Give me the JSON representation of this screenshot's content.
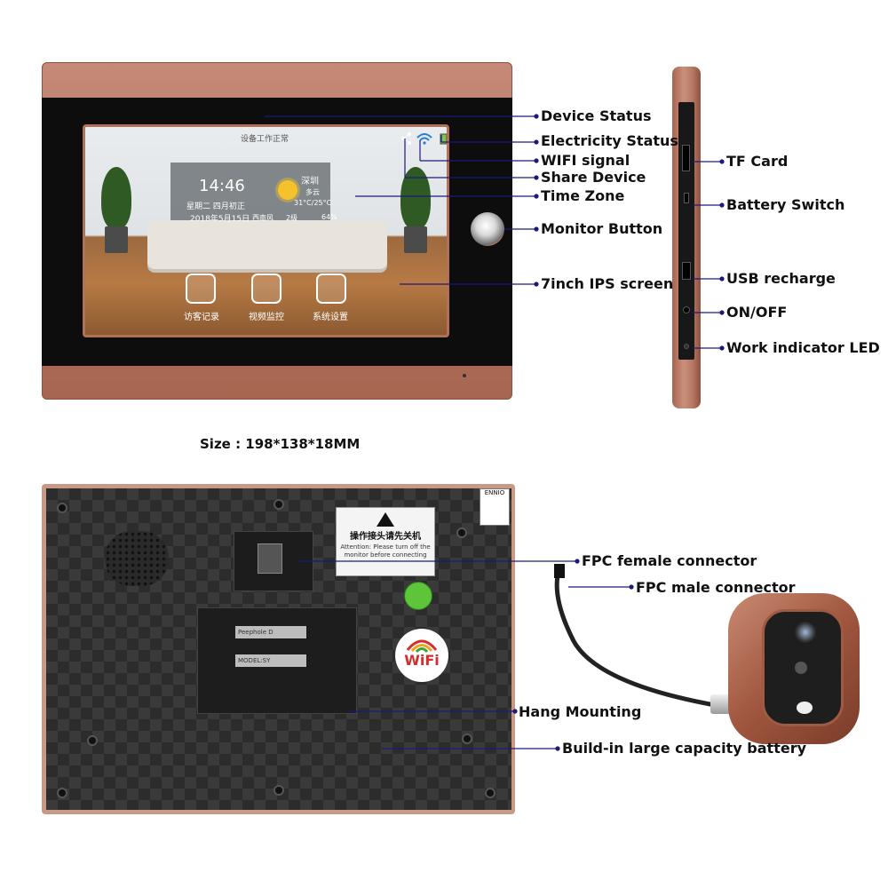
{
  "front_labels": {
    "device_status": "Device Status",
    "electricity_status": "Electricity Status",
    "wifi_signal": "WIFI signal",
    "share_device": "Share Device",
    "time_zone": "Time Zone",
    "monitor_button": "Monitor Button",
    "ips_screen": "7inch IPS screen"
  },
  "side_labels": {
    "tf_card": "TF Card",
    "battery_switch": "Battery Switch",
    "usb_recharge": "USB recharge",
    "on_off": "ON/OFF",
    "work_led": "Work indicator LED"
  },
  "size_caption": "Size : 198*138*18MM",
  "screen": {
    "status_text": "设备工作正常",
    "time": "14:46",
    "date_line1": "星期二  四月初正",
    "date_line2": "2018年5月15日",
    "city": "深圳",
    "weather": "多云",
    "temperature": "31°C/25°C",
    "wind": "西南风",
    "wind_level": "2级",
    "humidity": "64%",
    "apps": [
      {
        "label": "访客记录",
        "icon": "photo-icon"
      },
      {
        "label": "视频监控",
        "icon": "person-icon"
      },
      {
        "label": "系统设置",
        "icon": "gear-icon"
      }
    ]
  },
  "back_labels": {
    "fpc_female": "FPC female connector",
    "fpc_male": "FPC male connector",
    "hang_mounting": "Hang Mounting",
    "battery": "Build-in large capacity battery"
  },
  "back_details": {
    "warning_cn": "操作接头请先关机",
    "warning_en": "Attention: Please turn off the monitor before connecting",
    "wifi_badge": "WiFi",
    "model_tag": "ENNIO",
    "mount_text1": "Peephole D",
    "mount_text2": "MODEL:SY"
  },
  "colors": {
    "frame": "#b3735f",
    "leader_line": "#1a1a7a",
    "text": "#111111"
  }
}
